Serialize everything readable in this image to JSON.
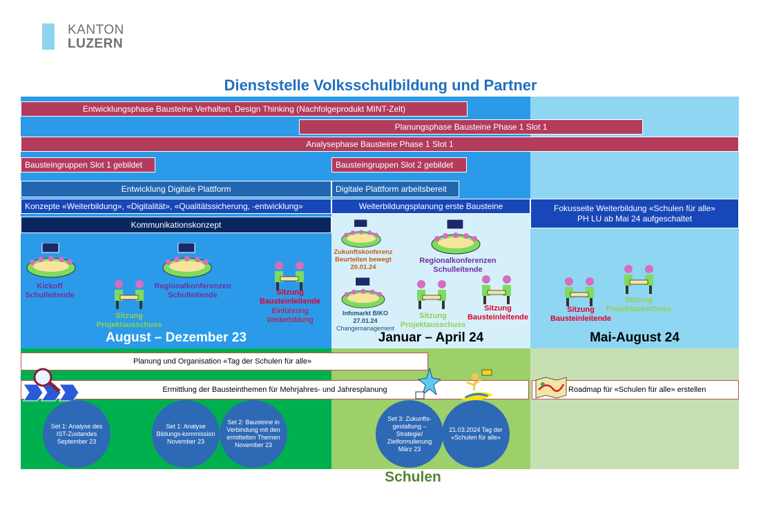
{
  "logo": {
    "line1": "KANTON",
    "line2": "LUZERN"
  },
  "title": "Dienststelle Volksschulbildung und Partner",
  "bars": {
    "entwicklungsphase": "Entwicklungsphase Bausteine Verhalten, Design Thinking (Nachfolgeprodukt MINT-Zelt)",
    "planungsphase": "Planungsphase Bausteine Phase 1 Slot 1",
    "analysephase": "Analysephase Bausteine Phase 1 Slot 1",
    "gruppen1": "Bausteingruppen Slot 1 gebildet",
    "gruppen2": "Bausteingruppen Slot 2 gebildet",
    "plattform": "Entwicklung Digitale Plattform",
    "plattform_bereit": "Digitale Plattform arbeitsbereit",
    "konzepte": "Konzepte «Weiterbildung», «Digitalität», «Qualitätssicherung, -entwicklung»",
    "weiterbildung": "Weiterbildungsplanung erste Bausteine",
    "fokusseite_1": "Fokusseite Weiterbildung «Schulen für alle»",
    "fokusseite_2": "PH LU ab Mai 24 aufgeschaltet",
    "kommunikation": "Kommunikationskonzept"
  },
  "events": {
    "kickoff_1": "Kickoff",
    "kickoff_2": "Schulleitende",
    "regio1_1": "Regionalkonferenzen",
    "regio1_2": "Schulleitende",
    "sitzung_pa1_1": "Sitzung",
    "sitzung_pa1_2": "Projektausschuss",
    "sitzung_bl1_1": "Sitzung",
    "sitzung_bl1_2": "Bausteinleitende",
    "einf_1": "Einführung",
    "einf_2": "Weiterbildung",
    "zk_1": "Zukunftskonferenz",
    "zk_2": "Beurteilen bewegt",
    "zk_3": "20.01.24",
    "regio2_1": "Regionalkonferenzen",
    "regio2_2": "Schulleitende",
    "biko_1": "Infomarkt BIKO",
    "biko_2": "27.01.24",
    "biko_3": "Changemanagement",
    "sitzung_pa2_1": "Sitzung",
    "sitzung_pa2_2": "Projektausschuss",
    "sitzung_bl2_1": "Sitzung",
    "sitzung_bl2_2": "Bausteinleitende",
    "sitzung_bl3_1": "Sitzung",
    "sitzung_bl3_2": "Bausteinleitende",
    "sitzung_pa3_1": "Sitzung",
    "sitzung_pa3_2": "Projektausschuss"
  },
  "periods": {
    "p1": "August – Dezember 23",
    "p2": "Januar – April 24",
    "p3": "Mai-August 24"
  },
  "schulen": {
    "planung": "Planung und Organisation «Tag der Schulen für alle»",
    "ermittlung": "Ermittlung der Bausteinthemen für Mehrjahres- und Jahresplanung",
    "roadmap": "Roadmap für «Schulen für alle» erstellen",
    "label": "Schulen"
  },
  "circles": {
    "c1": "Set 1: Analyse des IST-Zustandes September 23",
    "c2": "Set 1: Analyse Bildungs-kommission November 23",
    "c3": "Set 2: Bausteine in Verbindung mit den ermittelten Themen November 23",
    "c4": "Set 3: Zukunfts-gestaltung – Strategie/ Zielformulierung März 23",
    "c5": "21.03.2024 Tag der «Schulen für alle»"
  }
}
